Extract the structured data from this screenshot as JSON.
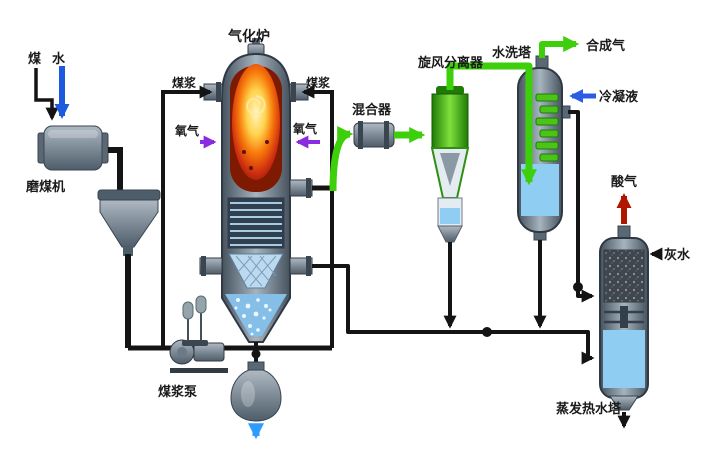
{
  "diagram": {
    "type": "process-flow",
    "subject": "coal gasification syngas process flow diagram",
    "labels": {
      "coal": "煤",
      "water": "水",
      "coal_mill": "磨煤机",
      "slurry_pump": "煤浆泵",
      "gasifier": "气化炉",
      "coal_slurry_left": "煤浆",
      "coal_slurry_right": "煤浆",
      "oxygen_left": "氧气",
      "oxygen_right": "氧气",
      "mixer": "混合器",
      "cyclone_separator": "旋风分离器",
      "wash_tower": "水洗塔",
      "syngas": "合成气",
      "condensate": "冷凝液",
      "acid_gas": "酸气",
      "ash_water": "灰水",
      "evap_hot_water_tower": "蒸发热水塔"
    },
    "colors": {
      "pipe_black": "#141414",
      "syngas_green": "#3ccf0a",
      "oxygen_purple": "#8a2be2",
      "water_blue": "#1e5adf",
      "condensate_blue": "#2b5ce6",
      "acid_gas_red": "#b01500",
      "slurry_discharge_blue": "#2e9bff",
      "label_black": "#1a1a1a"
    }
  }
}
